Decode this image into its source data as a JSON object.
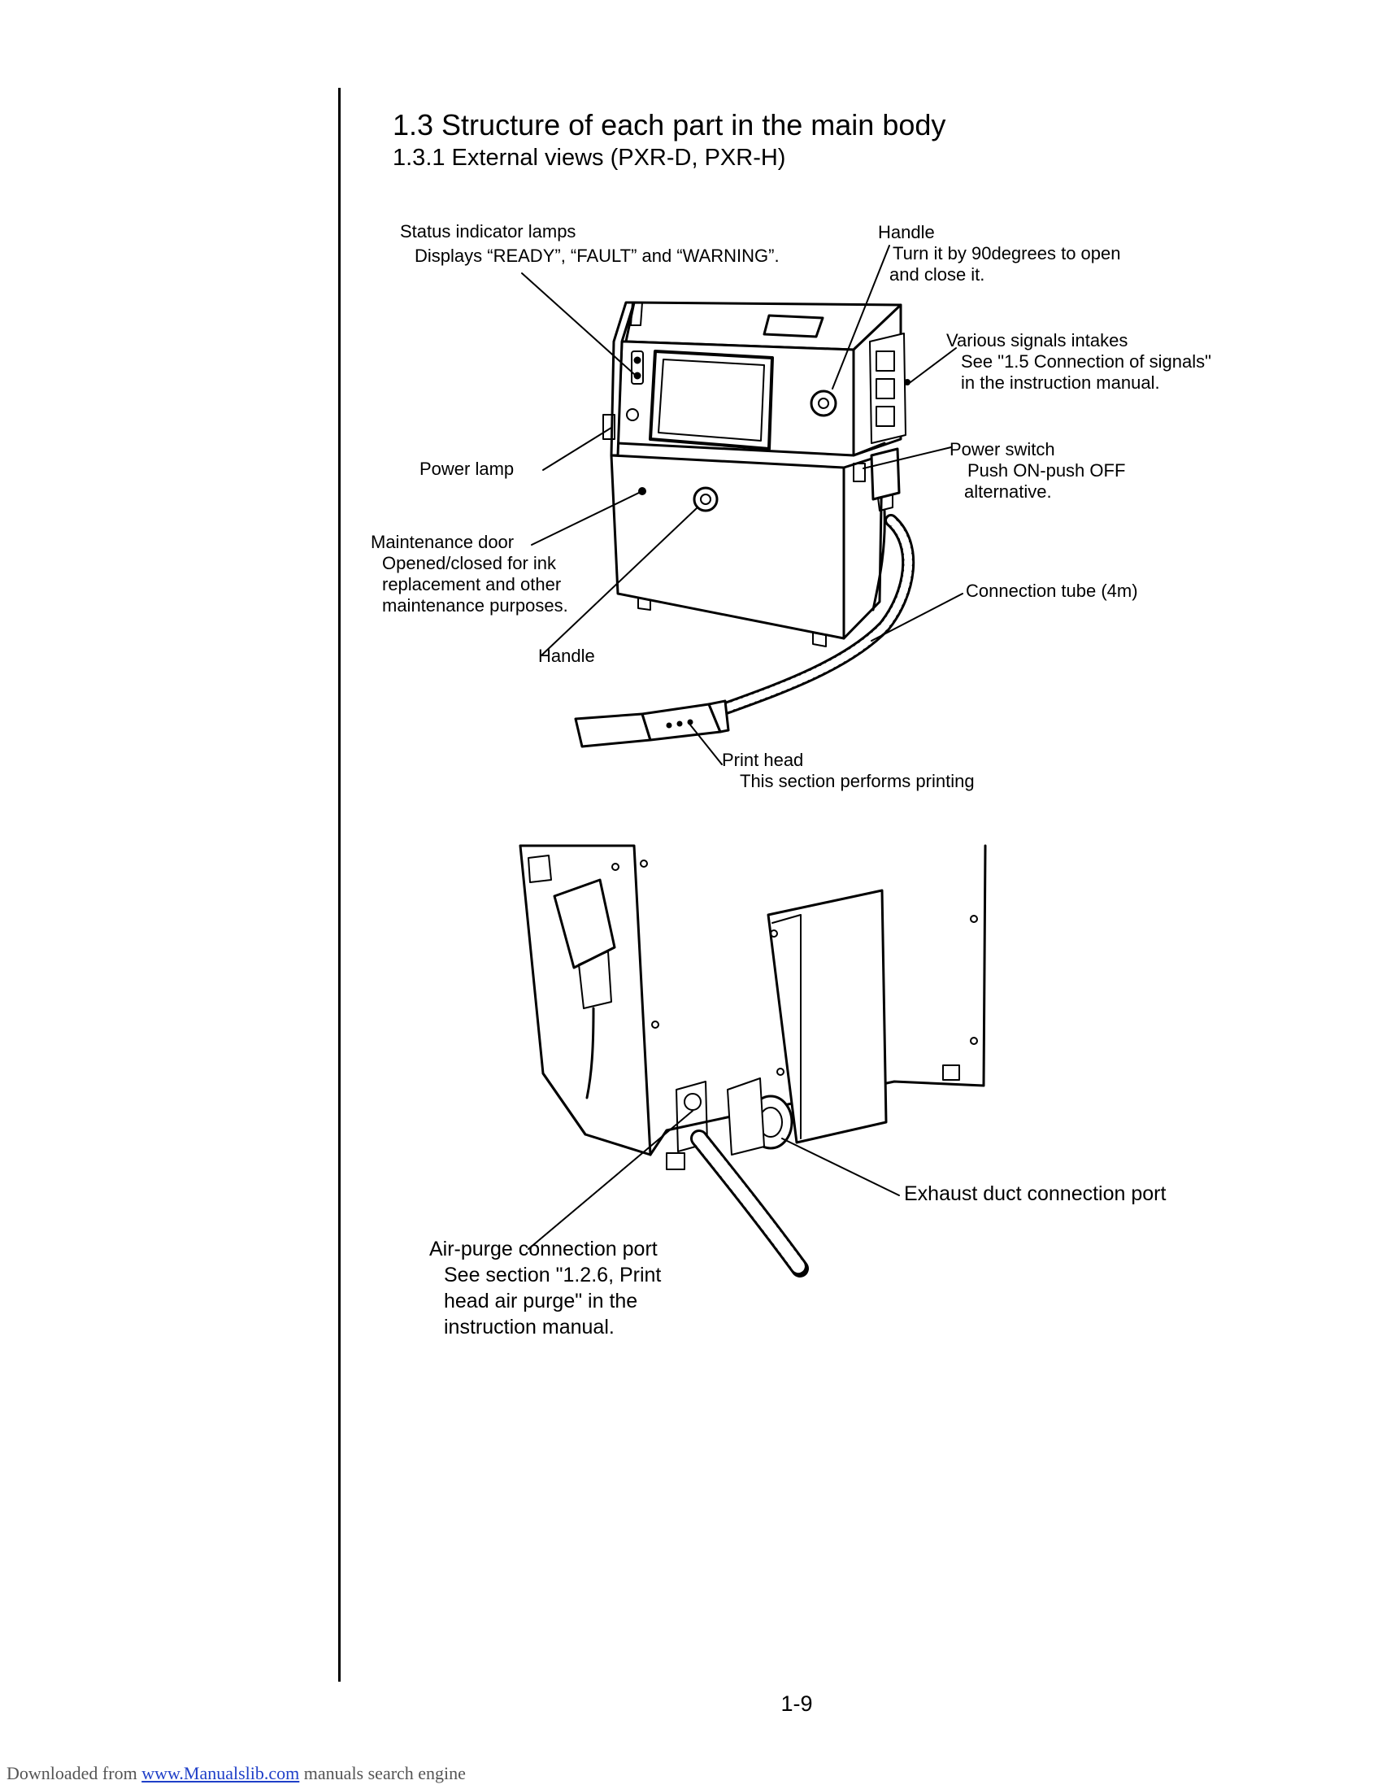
{
  "section": {
    "title": "1.3 Structure of each part in the main body",
    "subtitle": "1.3.1 External views (PXR-D, PXR-H)"
  },
  "front_view_labels": {
    "status_lamps": {
      "name": "Status indicator lamps",
      "desc": "Displays “READY”, “FAULT” and “WARNING”."
    },
    "handle_top": {
      "name": "Handle",
      "desc1": "Turn it by 90degrees to open",
      "desc2": "and close it."
    },
    "signals": {
      "name": "Various signals intakes",
      "desc1": "See \"1.5 Connection of signals\"",
      "desc2": "in the instruction manual."
    },
    "power_lamp": {
      "name": "Power lamp"
    },
    "power_switch": {
      "name": "Power switch",
      "desc1": "Push ON-push OFF",
      "desc2": "alternative."
    },
    "maintenance_door": {
      "name": "Maintenance door",
      "desc1": "Opened/closed for ink",
      "desc2": "replacement and other",
      "desc3": "maintenance purposes."
    },
    "connection_tube": {
      "name": "Connection tube (4m)"
    },
    "handle_bottom": {
      "name": "Handle"
    },
    "print_head": {
      "name": "Print head",
      "desc": "This section performs printing"
    }
  },
  "rear_view_labels": {
    "exhaust": {
      "name": "Exhaust duct connection port"
    },
    "air_purge": {
      "name": "Air-purge connection port",
      "desc1": "See section \"1.2.6, Print",
      "desc2": "head air purge\" in the",
      "desc3": "instruction manual."
    }
  },
  "page_number": "1-9",
  "footer": {
    "prefix": "Downloaded from ",
    "link": "www.Manualslib.com",
    "suffix": " manuals search engine"
  }
}
